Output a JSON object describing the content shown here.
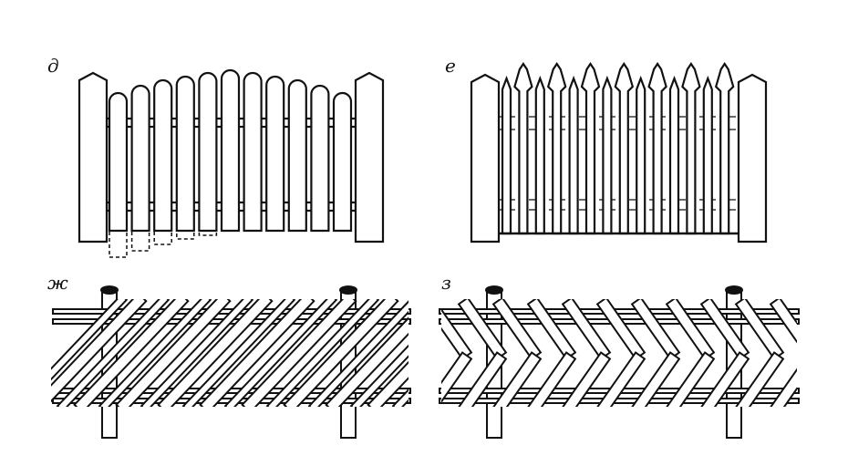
{
  "panels": [
    {
      "id": "d",
      "label": "д",
      "kind": "picket-fence-arched-top"
    },
    {
      "id": "e",
      "label": "е",
      "kind": "picket-fence-decorative-pointed"
    },
    {
      "id": "zh",
      "label": "ж",
      "kind": "diagonal-lattice-fence"
    },
    {
      "id": "z",
      "label": "з",
      "kind": "herringbone-lattice-fence"
    }
  ],
  "colors": {
    "ink": "#111111",
    "paper": "#ffffff"
  }
}
